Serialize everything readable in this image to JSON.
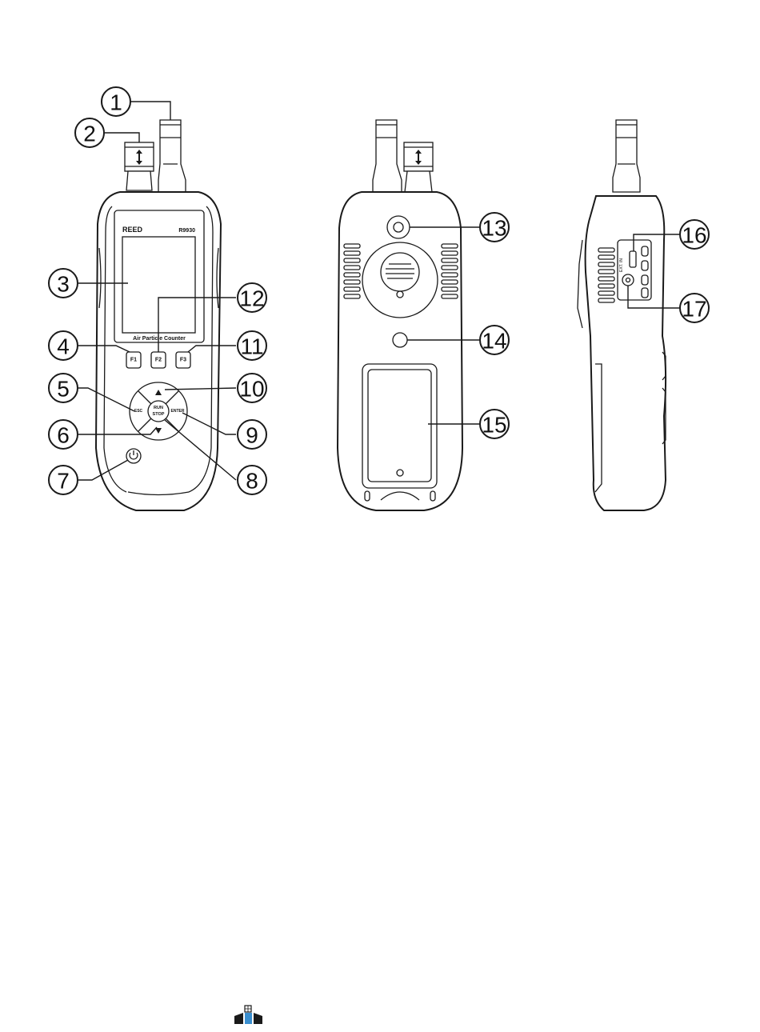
{
  "device": {
    "brand": "REED",
    "model": "R9930",
    "screen_caption": "Air Particle Counter",
    "buttons": {
      "f1": "F1",
      "f2": "F2",
      "f3": "F3",
      "esc": "ESC",
      "enter": "ENTER",
      "run": "RUN",
      "stop": "STOP"
    },
    "side_port_label": "EXT. IN"
  },
  "callouts": [
    "1",
    "2",
    "3",
    "4",
    "5",
    "6",
    "7",
    "8",
    "9",
    "10",
    "11",
    "12",
    "13",
    "14",
    "15",
    "16",
    "17"
  ],
  "footer_logo": {
    "icon": "brand-logo-icon",
    "colors": [
      "#1a1a1a",
      "#3a8fd0"
    ]
  }
}
